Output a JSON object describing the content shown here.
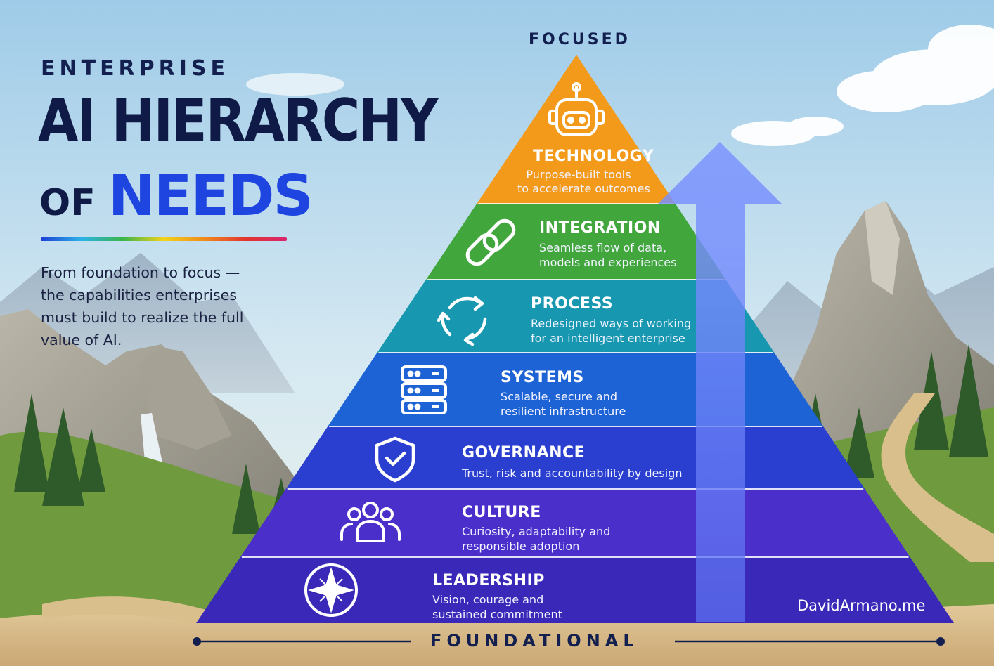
{
  "header": {
    "kicker": "ENTERPRISE",
    "title_line1": "AI HIERARCHY",
    "title_of": "OF",
    "title_needs": "NEEDS"
  },
  "intro": {
    "text": "From foundation to focus — the capabilities enterprises must build to realize the full value of AI."
  },
  "pyramid": {
    "top_label": "FOCUSED",
    "bottom_label": "FOUNDATIONAL",
    "tiers": [
      {
        "title": "TECHNOLOGY",
        "desc1": "Purpose-built tools",
        "desc2": "to accelerate outcomes",
        "color": "#f39a1b",
        "icon": "robot-icon"
      },
      {
        "title": "INTEGRATION",
        "desc1": "Seamless flow of data,",
        "desc2": "models and experiences",
        "color": "#41a63c",
        "icon": "link-icon"
      },
      {
        "title": "PROCESS",
        "desc1": "Redesigned ways of working",
        "desc2": "for an intelligent enterprise",
        "color": "#1798b0",
        "icon": "cycle-icon"
      },
      {
        "title": "SYSTEMS",
        "desc1": "Scalable, secure and",
        "desc2": "resilient infrastructure",
        "color": "#1e63d6",
        "icon": "server-icon"
      },
      {
        "title": "GOVERNANCE",
        "desc1": "Trust, risk and accountability by design",
        "desc2": "",
        "color": "#2a3fcf",
        "icon": "shield-check-icon"
      },
      {
        "title": "CULTURE",
        "desc1": "Curiosity, adaptability and",
        "desc2": "responsible adoption",
        "color": "#4a2fcb",
        "icon": "people-icon"
      },
      {
        "title": "LEADERSHIP",
        "desc1": "Vision, courage and",
        "desc2": "sustained commitment",
        "color": "#3a29b8",
        "icon": "compass-icon"
      }
    ]
  },
  "credit": "DavidArmano.me",
  "colors": {
    "navy": "#0f1b46",
    "accent_blue": "#1f45e0",
    "arrow": "#6b86ff"
  }
}
